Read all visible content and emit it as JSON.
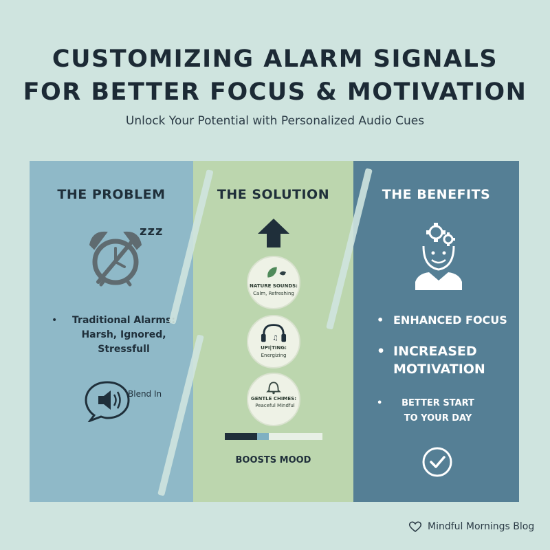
{
  "title": {
    "line1": "CUSTOMIZING ALARM SIGNALS",
    "line2": "FOR BETTER FOCUS & MOTIVATION"
  },
  "subtitle": "Unlock Your Potential with Personalized Audio Cues",
  "problem": {
    "heading": "THE PROBLEM",
    "icon": "alarm-clock-crossed-icon",
    "snore": "zzz",
    "bullet": "Traditional Alarms: Harsh, Ignored, Stressfull",
    "speech_label": "Blend In",
    "speech_icon": "speaker-icon"
  },
  "solution": {
    "heading": "THE SOLUTION",
    "arrow_icon": "up-arrow-icon",
    "items": [
      {
        "icon": "leaf-bird-icon",
        "title": "NATURE SOUNDS:",
        "desc": "Calm, Refreshing"
      },
      {
        "icon": "headphones-icon",
        "title": "UPI|TING:",
        "desc": "Energizing"
      },
      {
        "icon": "bell-icon",
        "title": "GENTLE CHIMES:",
        "desc": "Peaceful Mindful"
      }
    ],
    "progress": {
      "dark_fraction": 0.33,
      "light_fraction": 0.12
    },
    "caption": "BOOSTS MOOD"
  },
  "benefits": {
    "heading": "THE BENEFITS",
    "icon": "person-gears-icon",
    "items": [
      "ENHANCED FOCUS",
      "INCREASED MOTIVATION",
      "BETTER START TO YOUR DAY"
    ],
    "check_icon": "check-circle-icon"
  },
  "footer": {
    "icon": "heart-icon",
    "label": "Mindful Mornings Blog"
  },
  "colors": {
    "background": "#cfe4df",
    "problem_panel": "#8fb9c8",
    "solution_panel": "#bcd6ae",
    "benefits_panel": "#557f95",
    "dark_text": "#1f2f3a"
  }
}
